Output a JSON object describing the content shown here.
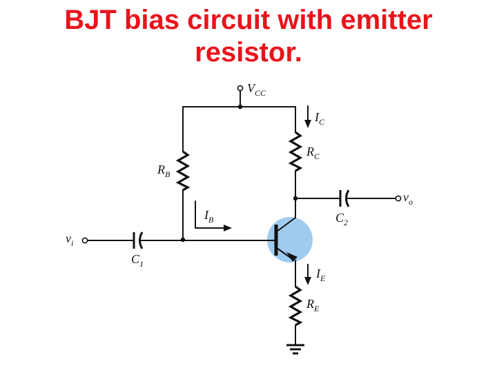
{
  "title": {
    "line1": "BJT bias circuit with emitter",
    "line2": "resistor.",
    "color": "#e8141c"
  },
  "transistor_highlight_color": "#9fcbee",
  "labels": {
    "vcc": {
      "main": "V",
      "sub": "CC"
    },
    "ic": {
      "main": "I",
      "sub": "C"
    },
    "rc": {
      "main": "R",
      "sub": "C"
    },
    "rb": {
      "main": "R",
      "sub": "B"
    },
    "ib": {
      "main": "I",
      "sub": "B"
    },
    "vo": {
      "main": "v",
      "sub": "o"
    },
    "c2": {
      "main": "C",
      "sub": "2"
    },
    "vi": {
      "main": "v",
      "sub": "i"
    },
    "c1": {
      "main": "C",
      "sub": "1"
    },
    "ie": {
      "main": "I",
      "sub": "E"
    },
    "re": {
      "main": "R",
      "sub": "E"
    }
  }
}
